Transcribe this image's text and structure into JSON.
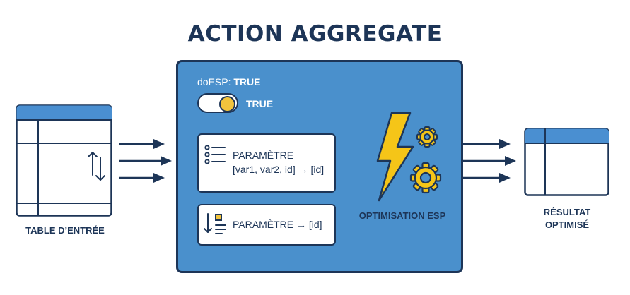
{
  "title": "ACTION AGGREGATE",
  "input": {
    "label": "TABLE D’ENTRÉE"
  },
  "output": {
    "label_line1": "RÉSULTAT",
    "label_line2": "OPTIMISÉ"
  },
  "action": {
    "flag_name": "doESP:",
    "flag_value": "TRUE",
    "toggle_label": "TRUE",
    "param1_line1": "PARAMÈTRE",
    "param1_line2": "[var1, var2, id] → [id]",
    "param2_text": "PARAMÈTRE → [id]",
    "optim_label": "OPTIMISATION ESP"
  },
  "colors": {
    "navy": "#1d3557",
    "box_blue": "#4a90cc",
    "header_blue": "#4a8fd1",
    "toggle_yellow": "#f2c43d",
    "bolt_yellow": "#f5c518"
  },
  "icons": [
    "sort-arrows-icon",
    "list-icon",
    "sort-list-icon",
    "lightning-bolt-icon",
    "gear-icon"
  ]
}
